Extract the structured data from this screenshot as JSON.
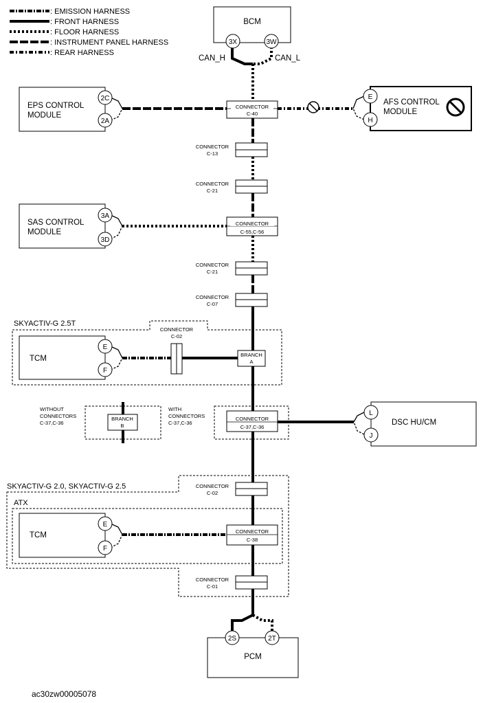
{
  "legend": {
    "emission": ": EMISSION HARNESS",
    "front": ": FRONT HARNESS",
    "floor": ": FLOOR HARNESS",
    "instrument": ": INSTRUMENT PANEL HARNESS",
    "rear": ": REAR HARNESS"
  },
  "bcm": {
    "label": "BCM",
    "pin_h": "3X",
    "pin_l": "3W",
    "can_h": "CAN_H",
    "can_l": "CAN_L"
  },
  "eps": {
    "label_line1": "EPS CONTROL",
    "label_line2": "MODULE",
    "pin1": "2C",
    "pin2": "2A"
  },
  "afs": {
    "label_line1": "AFS CONTROL",
    "label_line2": "MODULE",
    "pin1": "E",
    "pin2": "H"
  },
  "sas": {
    "label_line1": "SAS CONTROL",
    "label_line2": "MODULE",
    "pin1": "3A",
    "pin2": "3D"
  },
  "tcm_25t": {
    "label": "TCM",
    "pin1": "E",
    "pin2": "F"
  },
  "tcm_atx": {
    "label": "TCM",
    "pin1": "E",
    "pin2": "F"
  },
  "dsc": {
    "label": "DSC HU/CM",
    "pin1": "L",
    "pin2": "J"
  },
  "pcm": {
    "label": "PCM",
    "pin1": "2S",
    "pin2": "2T"
  },
  "connectors": {
    "c40": {
      "word": "CONNECTOR",
      "id": "C-40"
    },
    "c13": {
      "word": "CONNECTOR",
      "id": "C-13"
    },
    "c21a": {
      "word": "CONNECTOR",
      "id": "C-21"
    },
    "c5556": {
      "word": "CONNECTOR",
      "id": "C-55,C-56"
    },
    "c21b": {
      "word": "CONNECTOR",
      "id": "C-21"
    },
    "c07": {
      "word": "CONNECTOR",
      "id": "C-07"
    },
    "c02a": {
      "word": "CONNECTOR",
      "id": "C-02"
    },
    "c3736": {
      "word": "CONNECTOR",
      "id": "C-37,C-36"
    },
    "c02b": {
      "word": "CONNECTOR",
      "id": "C-02"
    },
    "c38": {
      "word": "CONNECTOR",
      "id": "C-38"
    },
    "c01": {
      "word": "CONNECTOR",
      "id": "C-01"
    }
  },
  "branch_a": {
    "word": "BRANCH",
    "id": "A"
  },
  "branch_b": {
    "word": "BRANCH",
    "id": "B"
  },
  "without_note": {
    "line1": "WITHOUT",
    "line2": "CONNECTORS",
    "line3": "C-37,C-36"
  },
  "with_note": {
    "line1": "WITH",
    "line2": "CONNECTORS",
    "line3": "C-37,C-36"
  },
  "groups": {
    "skyactiv_25t": "SKYACTIV-G 2.5T",
    "skyactiv_20_25": "SKYACTIV-G 2.0, SKYACTIV-G 2.5",
    "atx": "ATX"
  },
  "image_id": "ac30zw00005078"
}
